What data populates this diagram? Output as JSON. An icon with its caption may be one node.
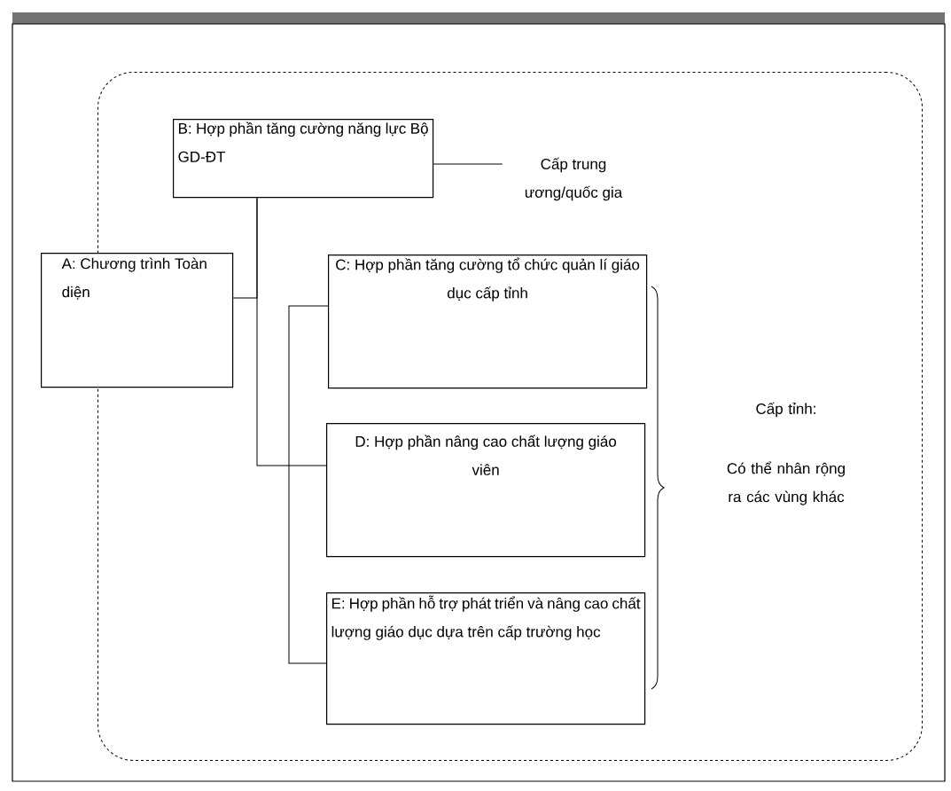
{
  "diagram": {
    "nodes": [
      {
        "text": [],
        "shape": "box"
      },
      {
        "text": [
          "B: Hợp phần tăng cường năng lực Bộ GD-ĐT"
        ],
        "in": 0
      },
      {
        "text": [
          "Cấp trung ương/quốc gia"
        ],
        "in": 0
      },
      {
        "text": [
          "A: Chương trình Toàn diện"
        ]
      },
      {
        "text": [
          "C: Hợp phần tăng cường tổ chức quản lí giáo dục cấp tỉnh"
        ],
        "in": 0
      },
      {
        "text": [
          "D: Hợp phần nâng cao chất lượng giáo viên"
        ],
        "in": 0
      },
      {
        "text": [
          "E: Hợp phần hỗ trợ phát triển và nâng cao chất lượng giáo dục dựa trên cấp trường học"
        ],
        "in": 0
      }
    ],
    "edges": [
      {
        "from": 1,
        "to": 3,
        "arrow": "none"
      },
      {
        "from": 1,
        "to": 5,
        "arrow": "none"
      },
      {
        "from": 4,
        "to": 6,
        "arrow": "none"
      },
      {
        "from": 1,
        "to": 2,
        "arrow": "none"
      }
    ],
    "labels": [
      "Cấp tỉnh:",
      "Có thể nhân rộng ra các vùng khác"
    ]
  }
}
